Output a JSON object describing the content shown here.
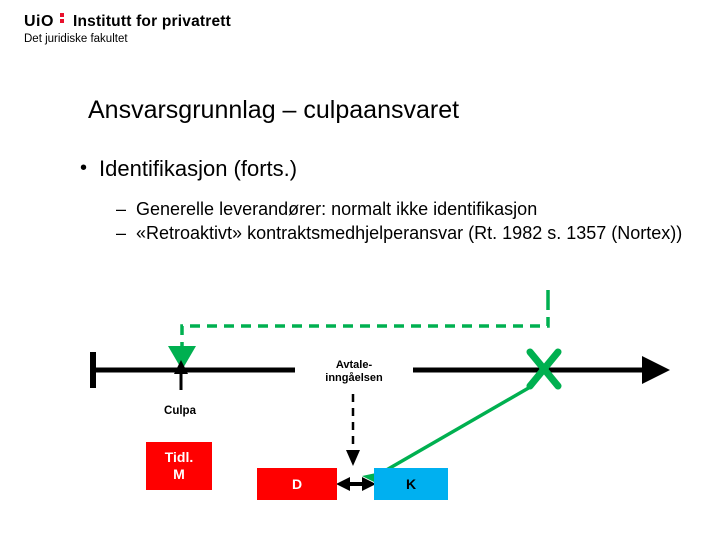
{
  "header": {
    "org": "UiO",
    "colon_icon": "red-colon-dots",
    "institute": "Institutt for privatrett",
    "faculty": "Det juridiske fakultet"
  },
  "slide": {
    "title": "Ansvarsgrunnlag – culpaansvaret",
    "bullet_marker": "•",
    "bullet_level1": "Identifikasjon (forts.)",
    "dash_marker": "–",
    "sub_bullets": [
      "Generelle leverandører: normalt ikke identifikasjon",
      "«Retroaktivt» kontraktsmedhjelperansvar (Rt. 1982 s. 1357 (Nortex))"
    ]
  },
  "diagram": {
    "timeline_label": "horizontal-timeline-arrow",
    "nodes": {
      "avtale": "Avtale-\ninngåelsen",
      "avtale_line1": "Avtale-",
      "avtale_line2": "inngåelsen",
      "culpa": "Culpa",
      "tidl_m_line1": "Tidl.",
      "tidl_m_line2": "M",
      "d": "D",
      "k": "K"
    },
    "colors": {
      "red": "#ff0000",
      "cyan": "#00b0f0",
      "green": "#00b050",
      "black": "#000000",
      "brand_red": "#e8112d"
    }
  }
}
